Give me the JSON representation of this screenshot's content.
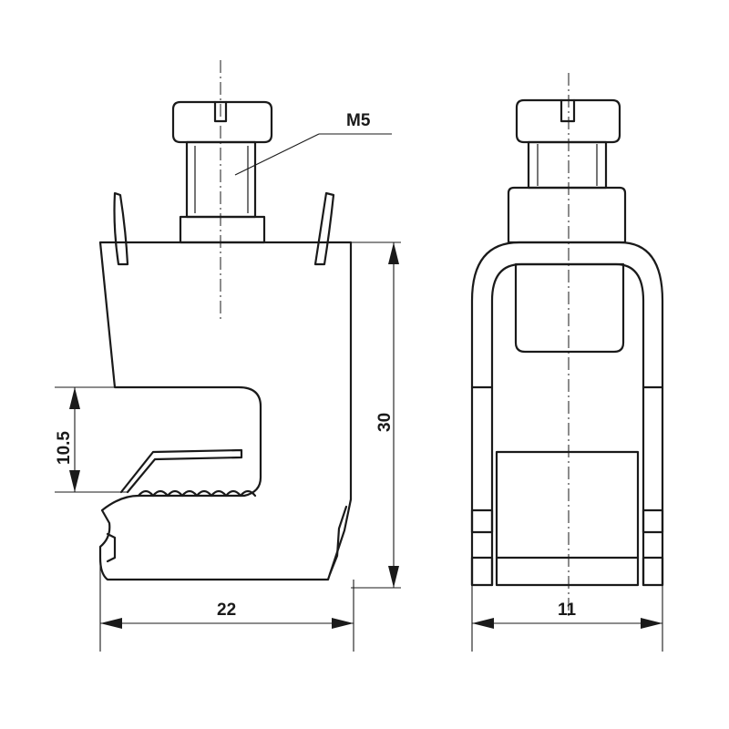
{
  "labels": {
    "thread": "M5",
    "height": "30",
    "opening": "10.5",
    "width_front": "22",
    "width_side": "11"
  }
}
